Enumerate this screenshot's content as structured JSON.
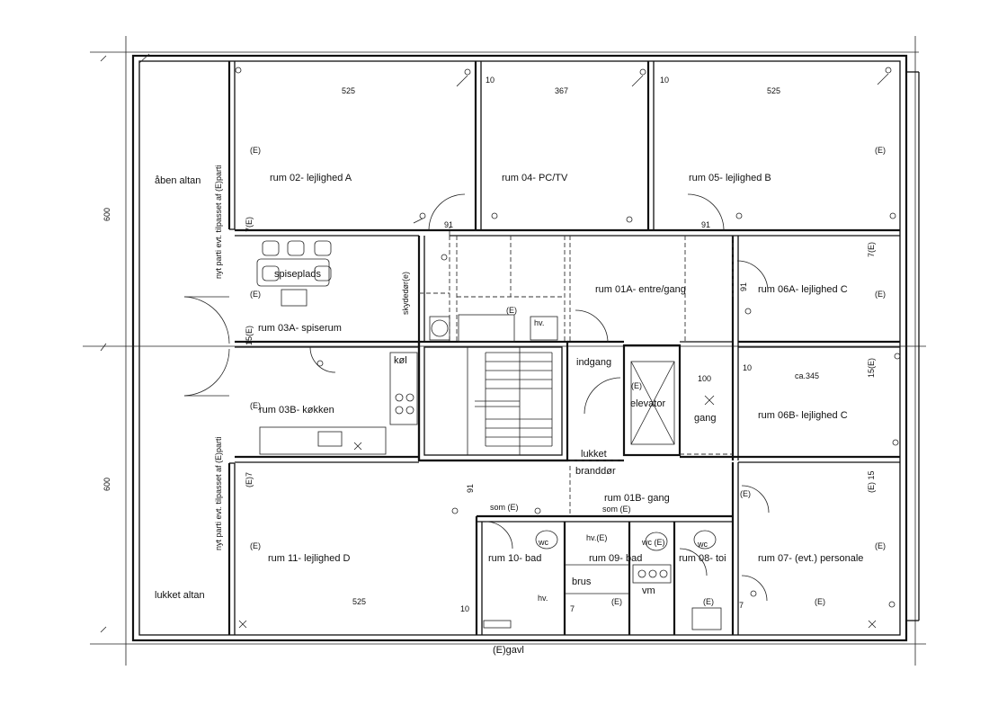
{
  "rooms": {
    "r02": "rum 02- lejlighed A",
    "r04": "rum 04- PC/TV",
    "r05": "rum 05- lejlighed B",
    "r01a": "rum 01A- entre/gang",
    "r06a": "rum 06A- lejlighed C",
    "r03a": "rum 03A- spiserum",
    "r03b": "rum 03B- køkken",
    "r06b": "rum 06B- lejlighed C",
    "r01b": "rum 01B- gang",
    "r11": "rum 11- lejlighed D",
    "r10": "rum 10- bad",
    "r09": "rum 09- bad",
    "r08": "rum 08- toi",
    "r07": "rum 07- (evt.) personale"
  },
  "labels": {
    "aaben_altan": "åben altan",
    "lukket_altan": "lukket altan",
    "nyt_parti_top": "nyt parti evt. tilpasset af (E)parti",
    "nyt_parti_bottom": "nyt parti evt. tilpasset af (E)parti",
    "spiseplads": "spiseplads",
    "skydedor": "skydedør(e)",
    "kol": "køl",
    "indgang": "indgang",
    "elevator": "elevator",
    "gang": "gang",
    "lukket": "lukket",
    "branddor": "branddør",
    "som_e_1": "som (E)",
    "som_e_2": "som (E)",
    "wc_1": "wc",
    "wc_2": "wc (E)",
    "wc_3": "wc",
    "hv_1": "hv.",
    "hv_2": "hv.(E)",
    "hv_3": "hv.",
    "brus": "brus",
    "vm": "vm",
    "ca345": "ca.345",
    "egavl": "(E)gavl",
    "e_mark": "(E)"
  },
  "dimensions": {
    "d525_top_left": "525",
    "d367": "367",
    "d525_top_right": "525",
    "d10_a": "10",
    "d10_b": "10",
    "d10_c": "10",
    "d10_d": "10",
    "d91_a": "91",
    "d91_b": "91",
    "d91_c": "91",
    "d91_d": "91",
    "d600_top": "600",
    "d600_bottom": "600",
    "d100": "100",
    "d525_bottom": "525",
    "d7_a": "7(E)",
    "d7_b": "7(E)",
    "d15_a": "15(E)",
    "d15_b": "15(E)",
    "d15_c": "(E) 15",
    "d7_c": "(E)7",
    "d7_d": "7",
    "d7_e": "7"
  }
}
